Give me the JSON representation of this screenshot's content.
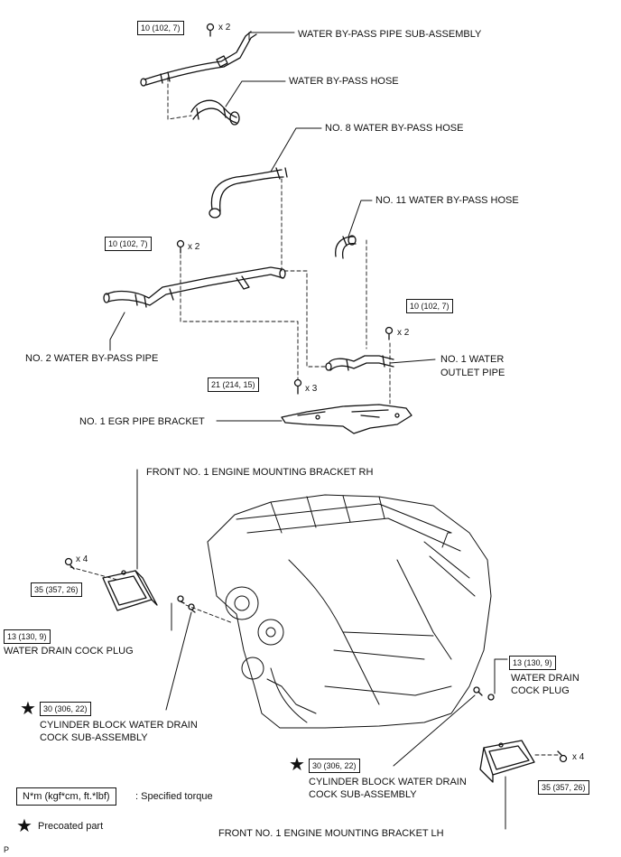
{
  "labels": {
    "water_bypass_pipe_sub": "WATER BY-PASS PIPE SUB-ASSEMBLY",
    "water_bypass_hose": "WATER BY-PASS HOSE",
    "no8_hose": "NO. 8 WATER BY-PASS HOSE",
    "no11_hose": "NO. 11 WATER BY-PASS HOSE",
    "no2_pipe": "NO. 2 WATER BY-PASS PIPE",
    "no1_outlet_line1": "NO. 1 WATER",
    "no1_outlet_line2": "OUTLET PIPE",
    "egr_bracket": "NO. 1 EGR PIPE BRACKET",
    "front_bracket_rh": "FRONT NO. 1 ENGINE MOUNTING BRACKET RH",
    "drain_plug_left": "WATER DRAIN COCK PLUG",
    "drain_plug_right_line1": "WATER DRAIN",
    "drain_plug_right_line2": "COCK PLUG",
    "cyl_drain_left_line1": "CYLINDER BLOCK WATER DRAIN",
    "cyl_drain_left_line2": "COCK SUB-ASSEMBLY",
    "cyl_drain_right_line1": "CYLINDER BLOCK WATER DRAIN",
    "cyl_drain_right_line2": "COCK SUB-ASSEMBLY",
    "front_bracket_lh": "FRONT NO. 1 ENGINE MOUNTING BRACKET LH"
  },
  "torques": {
    "t1": "10 (102, 7)",
    "t2": "10 (102, 7)",
    "t3": "10 (102, 7)",
    "t4": "21 (214, 15)",
    "t5": "35 (357, 26)",
    "t6": "13 (130, 9)",
    "t7": "30 (306, 22)",
    "t8": "13 (130, 9)",
    "t9": "30 (306, 22)",
    "t10": "35 (357, 26)"
  },
  "quantities": {
    "q1": "x 2",
    "q2": "x 2",
    "q3": "x 2",
    "q4": "x 3",
    "q5": "x 4",
    "q6": "x 4"
  },
  "legend": {
    "torque_unit": "N*m (kgf*cm, ft.*lbf)",
    "torque_desc": ": Specified torque",
    "precoated": "Precoated part",
    "star_glyph": "★"
  },
  "corner_mark": "P"
}
